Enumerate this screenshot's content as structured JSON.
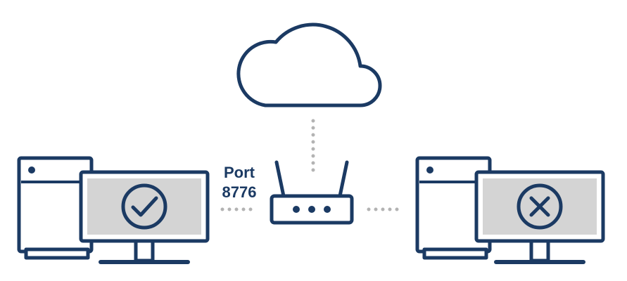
{
  "port_label": {
    "line1": "Port",
    "line2": "8776"
  },
  "nodes": [
    {
      "id": "cloud",
      "icon": "cloud-icon"
    },
    {
      "id": "router",
      "icon": "router-icon"
    },
    {
      "id": "left-computer",
      "icon": "desktop-computer-icon",
      "status": "check-circle-icon"
    },
    {
      "id": "right-computer",
      "icon": "desktop-computer-icon",
      "status": "x-circle-icon"
    }
  ],
  "connections": [
    {
      "from": "cloud",
      "to": "router",
      "style": "dotted"
    },
    {
      "from": "left-computer",
      "to": "router",
      "style": "dotted"
    },
    {
      "from": "router",
      "to": "right-computer",
      "style": "dotted"
    }
  ],
  "colors": {
    "stroke": "#1b3a63",
    "screen_fill": "#d4d4d4",
    "connector": "#b3b3b3",
    "background": "#ffffff"
  }
}
